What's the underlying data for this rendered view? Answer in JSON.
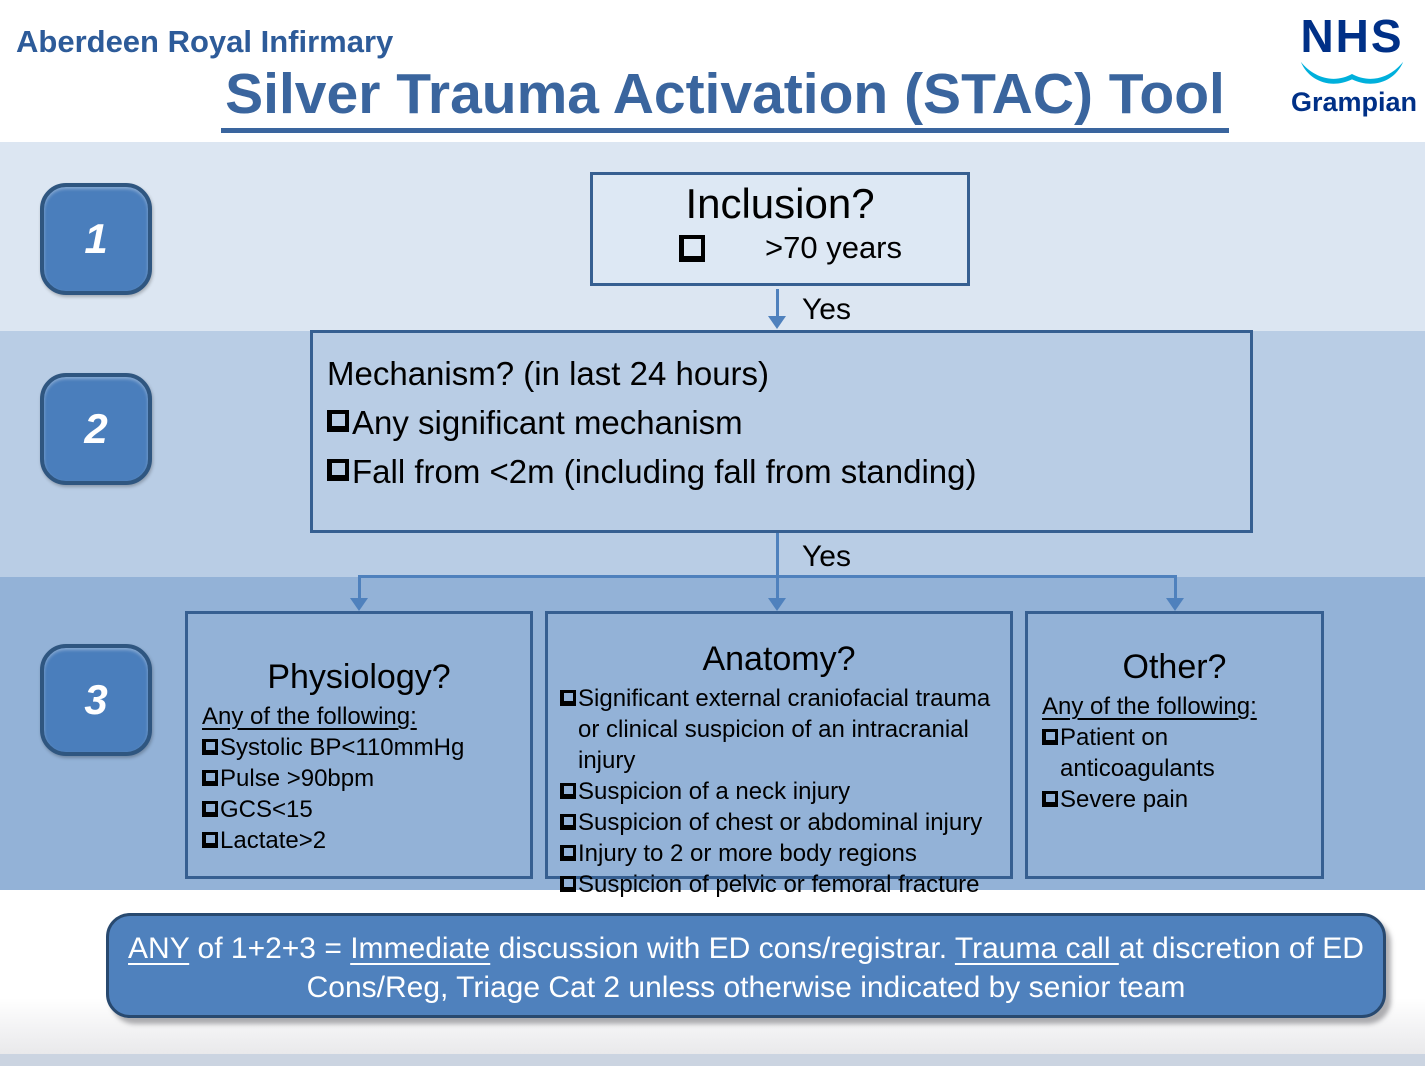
{
  "header": {
    "org": "Aberdeen Royal Infirmary",
    "title": "Silver Trauma Activation (STAC) Tool"
  },
  "logo": {
    "wordmark": "NHS",
    "region": "Grampian"
  },
  "steps": [
    {
      "number": "1"
    },
    {
      "number": "2"
    },
    {
      "number": "3"
    }
  ],
  "inclusion": {
    "title": "Inclusion?",
    "item": ">70 years"
  },
  "connectors": {
    "yes1": "Yes",
    "yes2": "Yes"
  },
  "mechanism": {
    "title": "Mechanism? (in last 24 hours)",
    "items": [
      "Any significant mechanism",
      "Fall from <2m (including fall from standing)"
    ]
  },
  "physiology": {
    "title": "Physiology?",
    "subtitle": "Any of the following:",
    "items": [
      "Systolic BP<110mmHg",
      "Pulse >90bpm",
      "GCS<15",
      "Lactate>2"
    ]
  },
  "anatomy": {
    "title": "Anatomy?",
    "items": [
      "Significant external craniofacial trauma or clinical suspicion of an intracranial injury",
      "Suspicion of a neck injury",
      "Suspicion of chest or abdominal injury",
      "Injury to 2 or more body regions",
      "Suspicion of pelvic or femoral fracture"
    ]
  },
  "other": {
    "title": "Other?",
    "subtitle": "Any of the following:",
    "items": [
      "Patient on anticoagulants",
      "Severe pain"
    ]
  },
  "banner": {
    "lines": [
      [
        {
          "text": "ANY",
          "underline": true
        },
        {
          "text": " of 1+2+3 = "
        },
        {
          "text": "Immediate",
          "underline": true
        },
        {
          "text": " discussion with ED cons/registrar. "
        },
        {
          "text": "Trauma call ",
          "underline": true
        },
        {
          "text": "at discretion of ED"
        }
      ],
      [
        {
          "text": "Cons/Reg, Triage Cat 2 unless otherwise indicated by senior team"
        }
      ]
    ]
  },
  "colors": {
    "accent": "#4f81bd",
    "band1": "#dce6f2",
    "band2": "#b9cde5",
    "band3": "#93b2d7",
    "box_border": "#365f91",
    "badge_fill": "#4a7ebc",
    "badge_border": "#2f5680",
    "title_blue": "#3a659e",
    "nhs_navy": "#003087",
    "nhs_cyan": "#00b0dc",
    "banner_fill": "#4f81bd",
    "banner_border": "#28496f",
    "bottom_strip": "#cbd4e1"
  }
}
